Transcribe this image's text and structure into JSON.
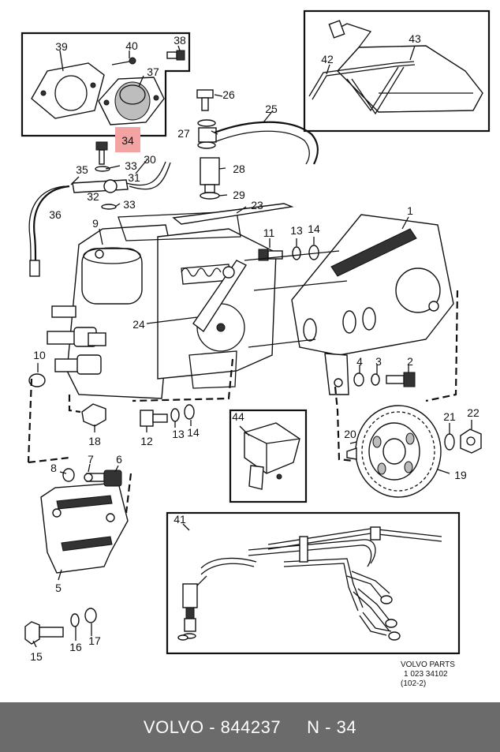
{
  "labels": {
    "l1": "1",
    "l2": "2",
    "l3": "3",
    "l4": "4",
    "l5": "5",
    "l6": "6",
    "l7": "7",
    "l8": "8",
    "l9": "9",
    "l10": "10",
    "l11": "11",
    "l12": "12",
    "l13a": "13",
    "l13b": "13",
    "l14a": "14",
    "l14b": "14",
    "l15": "15",
    "l16": "16",
    "l17": "17",
    "l18": "18",
    "l19": "19",
    "l20": "20",
    "l21": "21",
    "l22": "22",
    "l23": "23",
    "l24": "24",
    "l25": "25",
    "l26": "26",
    "l27": "27",
    "l28": "28",
    "l29": "29",
    "l30": "30",
    "l31": "31",
    "l32": "32",
    "l33a": "33",
    "l33b": "33",
    "l34": "34",
    "l35": "35",
    "l36": "36",
    "l37": "37",
    "l38": "38",
    "l39": "39",
    "l40": "40",
    "l41": "41",
    "l42": "42",
    "l43": "43",
    "l44": "44"
  },
  "stamp": {
    "line1": "VOLVO PARTS",
    "line2": "1 023 34102",
    "line3": "(102-2)"
  },
  "footer": {
    "brand": "VOLVO",
    "sep1": " - ",
    "part_number": "844237",
    "gap": "     ",
    "ref_prefix": "N",
    "sep2": " - ",
    "ref_number": "34"
  },
  "colors": {
    "highlight": "#f4a3a3",
    "footer_bg": "#6b6b6b",
    "footer_text": "#ffffff"
  }
}
